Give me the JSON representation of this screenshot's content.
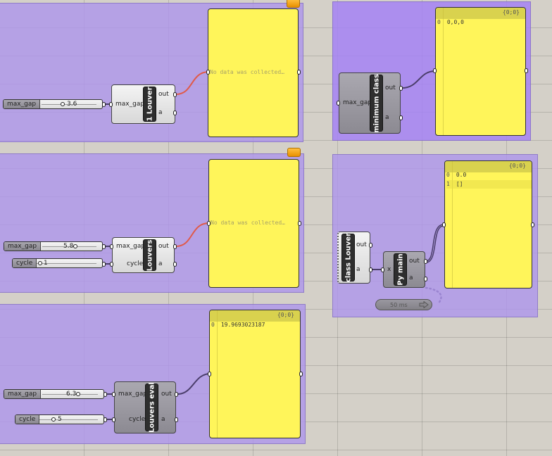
{
  "canvas": {
    "groups": [
      {
        "id": "group-1-louver"
      },
      {
        "id": "group-louvers"
      },
      {
        "id": "group-louvers-eval"
      },
      {
        "id": "group-minimum-class"
      },
      {
        "id": "group-py-main"
      }
    ]
  },
  "group1": {
    "slider": {
      "name": "max_gap",
      "value": "3.6"
    },
    "component": {
      "nickname": "1 Louver",
      "inputs": [
        "max_gap"
      ],
      "outputs": [
        "out",
        "a"
      ]
    },
    "panel": {
      "text": "No data was collected…"
    }
  },
  "group2": {
    "slider_gap": {
      "name": "max_gap",
      "value": "5.8"
    },
    "slider_cycle": {
      "name": "cycle",
      "value": "1"
    },
    "component": {
      "nickname": "Louvers",
      "inputs": [
        "max_gap",
        "cycle"
      ],
      "outputs": [
        "out",
        "a"
      ]
    },
    "panel": {
      "text": "No data was collected…"
    }
  },
  "group3": {
    "slider_gap": {
      "name": "max_gap",
      "value": "6.3"
    },
    "slider_cycle": {
      "name": "cycle",
      "value": "5"
    },
    "component": {
      "nickname": "Louvers eval",
      "inputs": [
        "max_gap",
        "cycle"
      ],
      "outputs": [
        "out",
        "a"
      ]
    },
    "panel": {
      "path": "{0;0}",
      "rows": [
        {
          "index": "0",
          "value": "19.9693023187"
        }
      ]
    }
  },
  "group4": {
    "component": {
      "nickname": "minimum class",
      "inputs": [
        "max_gap"
      ],
      "outputs": [
        "out",
        "a"
      ]
    },
    "panel": {
      "path": "{0;0}",
      "rows": [
        {
          "index": "0",
          "value": "0,0,0"
        }
      ]
    }
  },
  "group5": {
    "class_component": {
      "nickname": "class Louver",
      "outputs": [
        "out",
        "a"
      ]
    },
    "py_component": {
      "nickname": "Py main",
      "inputs": [
        "x"
      ],
      "outputs": [
        "out",
        "a"
      ]
    },
    "timer": {
      "label": "50 ms"
    },
    "panel": {
      "path": "{0;0}",
      "rows": [
        {
          "index": "0",
          "value": "0.0"
        },
        {
          "index": "1",
          "value": "[]"
        }
      ]
    }
  },
  "colors": {
    "group": "#b8a2e6",
    "panel": "#fff55a",
    "wire_error": "#e05a4a",
    "wire_normal": "#4a3d6a"
  }
}
